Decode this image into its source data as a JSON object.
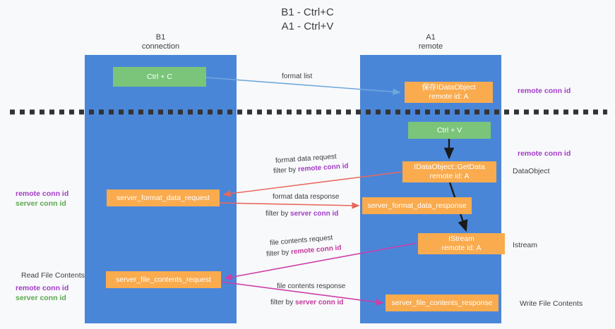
{
  "title": {
    "line1": "B1 - Ctrl+C",
    "line2": "A1 - Ctrl+V"
  },
  "lanes": [
    {
      "id": "b1",
      "name": "B1",
      "role": "connection",
      "color": "#4a86d8"
    },
    {
      "id": "a1",
      "name": "A1",
      "role": "remote",
      "color": "#4a86d8"
    }
  ],
  "nodes": {
    "ctrl_c": {
      "label": "Ctrl + C",
      "color": "#7ac57a"
    },
    "save_dataobject": {
      "line1": "保存IDataObject",
      "line2": "remote id: A",
      "color": "#f9ab4e"
    },
    "ctrl_v": {
      "label": "Ctrl + V",
      "color": "#7ac57a"
    },
    "getdata": {
      "line1": "IDataObject::GetData",
      "line2": "remote id: A",
      "color": "#f9ab4e"
    },
    "server_format_data_request": {
      "label": "server_format_data_request",
      "color": "#f9ab4e"
    },
    "server_format_data_response": {
      "label": "server_format_data_response",
      "color": "#f9ab4e"
    },
    "istream": {
      "line1": "IStream",
      "line2": "remote id: A",
      "color": "#f9ab4e"
    },
    "server_file_contents_request": {
      "label": "server_file_contents_request",
      "color": "#f9ab4e"
    },
    "server_file_contents_response": {
      "label": "server_file_contents_response",
      "color": "#f9ab4e"
    }
  },
  "side_labels": {
    "right_remote_conn_id_1": "remote conn id",
    "right_remote_conn_id_2": "remote conn id",
    "right_dataobject": "DataObject",
    "right_istream": "Istream",
    "right_write_file_contents": "Write File Contents",
    "left_remote_conn_id": "remote conn id",
    "left_server_conn_id": "server conn id",
    "left_read_file_contents": "Read File Contents",
    "left_remote_conn_id_2": "remote conn id",
    "left_server_conn_id_2": "server conn id"
  },
  "edge_labels": {
    "format_list": "format list",
    "format_data_request": "format data request",
    "format_data_request_filter_prefix": "filter by ",
    "format_data_request_filter_key": "remote conn id",
    "format_data_response": "format data response",
    "format_data_response_filter_prefix": "filter by ",
    "format_data_response_filter_key": "server conn id",
    "file_contents_request": "file contents request",
    "file_contents_request_filter_prefix": "filter by ",
    "file_contents_request_filter_key": "remote conn id",
    "file_contents_response": "file contents response",
    "file_contents_response_filter_prefix": "filter by ",
    "file_contents_response_filter_key": "server conn id"
  },
  "colors": {
    "lane": "#4a86d8",
    "green_node": "#7ac57a",
    "orange_node": "#f9ab4e",
    "purple_text": "#a23bc8",
    "green_text": "#5aa84f",
    "magenta_text": "#c2389b",
    "arrow_blue": "#6fa8dc",
    "arrow_red": "#e8685d",
    "arrow_magenta": "#cc3fa8",
    "arrow_black": "#1a1a1a",
    "divider": "#333333",
    "background": "#f8f9fa"
  }
}
